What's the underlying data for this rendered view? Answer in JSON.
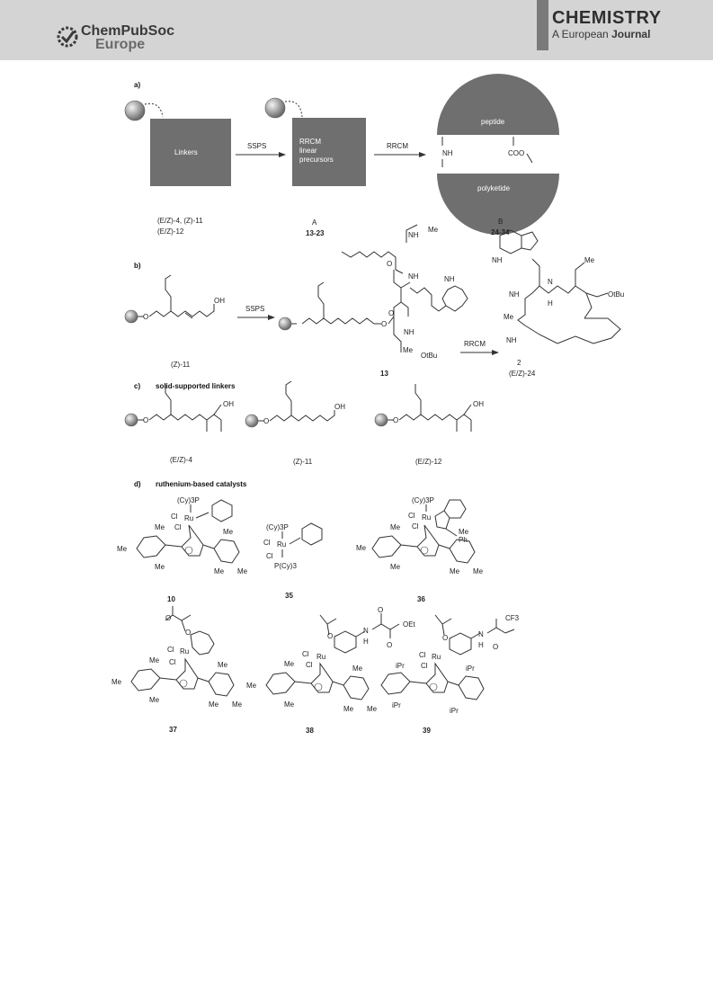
{
  "header": {
    "publisher_line1": "ChemPubSoc",
    "publisher_line2": "Europe",
    "journal_line1": "CHEMISTRY",
    "journal_line2_prefix": "A European",
    "journal_line2_bold": "Journal"
  },
  "scheme": {
    "panel_a": {
      "label": "a)",
      "box1": "Linkers",
      "arrow1": "SSPS",
      "box2_lines": [
        "RRCM",
        "linear",
        "precursors"
      ],
      "arrow2": "RRCM",
      "circle_top": "peptide",
      "circle_bottom": "polyketide",
      "nh": "NH",
      "coo": "COO",
      "caption1_line1": "(E/Z)-4, (Z)-11",
      "caption1_line2": "(E/Z)-12",
      "caption2_line1": "A",
      "caption2_line2": "13-23",
      "caption3_line1": "B",
      "caption3_line2": "24-34"
    },
    "panel_b": {
      "label": "b)",
      "arrow1": "SSPS",
      "arrow2": "RRCM",
      "cmp1": "(Z)-11",
      "cmp2": "13",
      "cmp3": "(E/Z)-24",
      "atoms": {
        "oh": "OH",
        "me": "Me",
        "nh": "NH",
        "otbu": "OtBu",
        "o": "O",
        "n": "N",
        "h": "H",
        "two": "2"
      }
    },
    "panel_c": {
      "label": "c)",
      "title": "solid-supported linkers",
      "cmp1": "(E/Z)-4",
      "cmp2": "(Z)-11",
      "cmp3": "(E/Z)-12"
    },
    "panel_d": {
      "label": "d)",
      "title": "ruthenium-based catalysts",
      "cmp1": "10",
      "cmp2": "35",
      "cmp3": "36",
      "cmp4": "37",
      "cmp5": "38",
      "cmp6": "39",
      "atoms": {
        "pcy3": "(Cy)3P",
        "pcy3b": "P(Cy)3",
        "ru": "Ru",
        "cl": "Cl",
        "me": "Me",
        "ph": "Ph",
        "ipr": "iPr",
        "oet": "OEt",
        "cf3": "CF3",
        "n": "N",
        "h": "H",
        "o": "O"
      }
    }
  }
}
